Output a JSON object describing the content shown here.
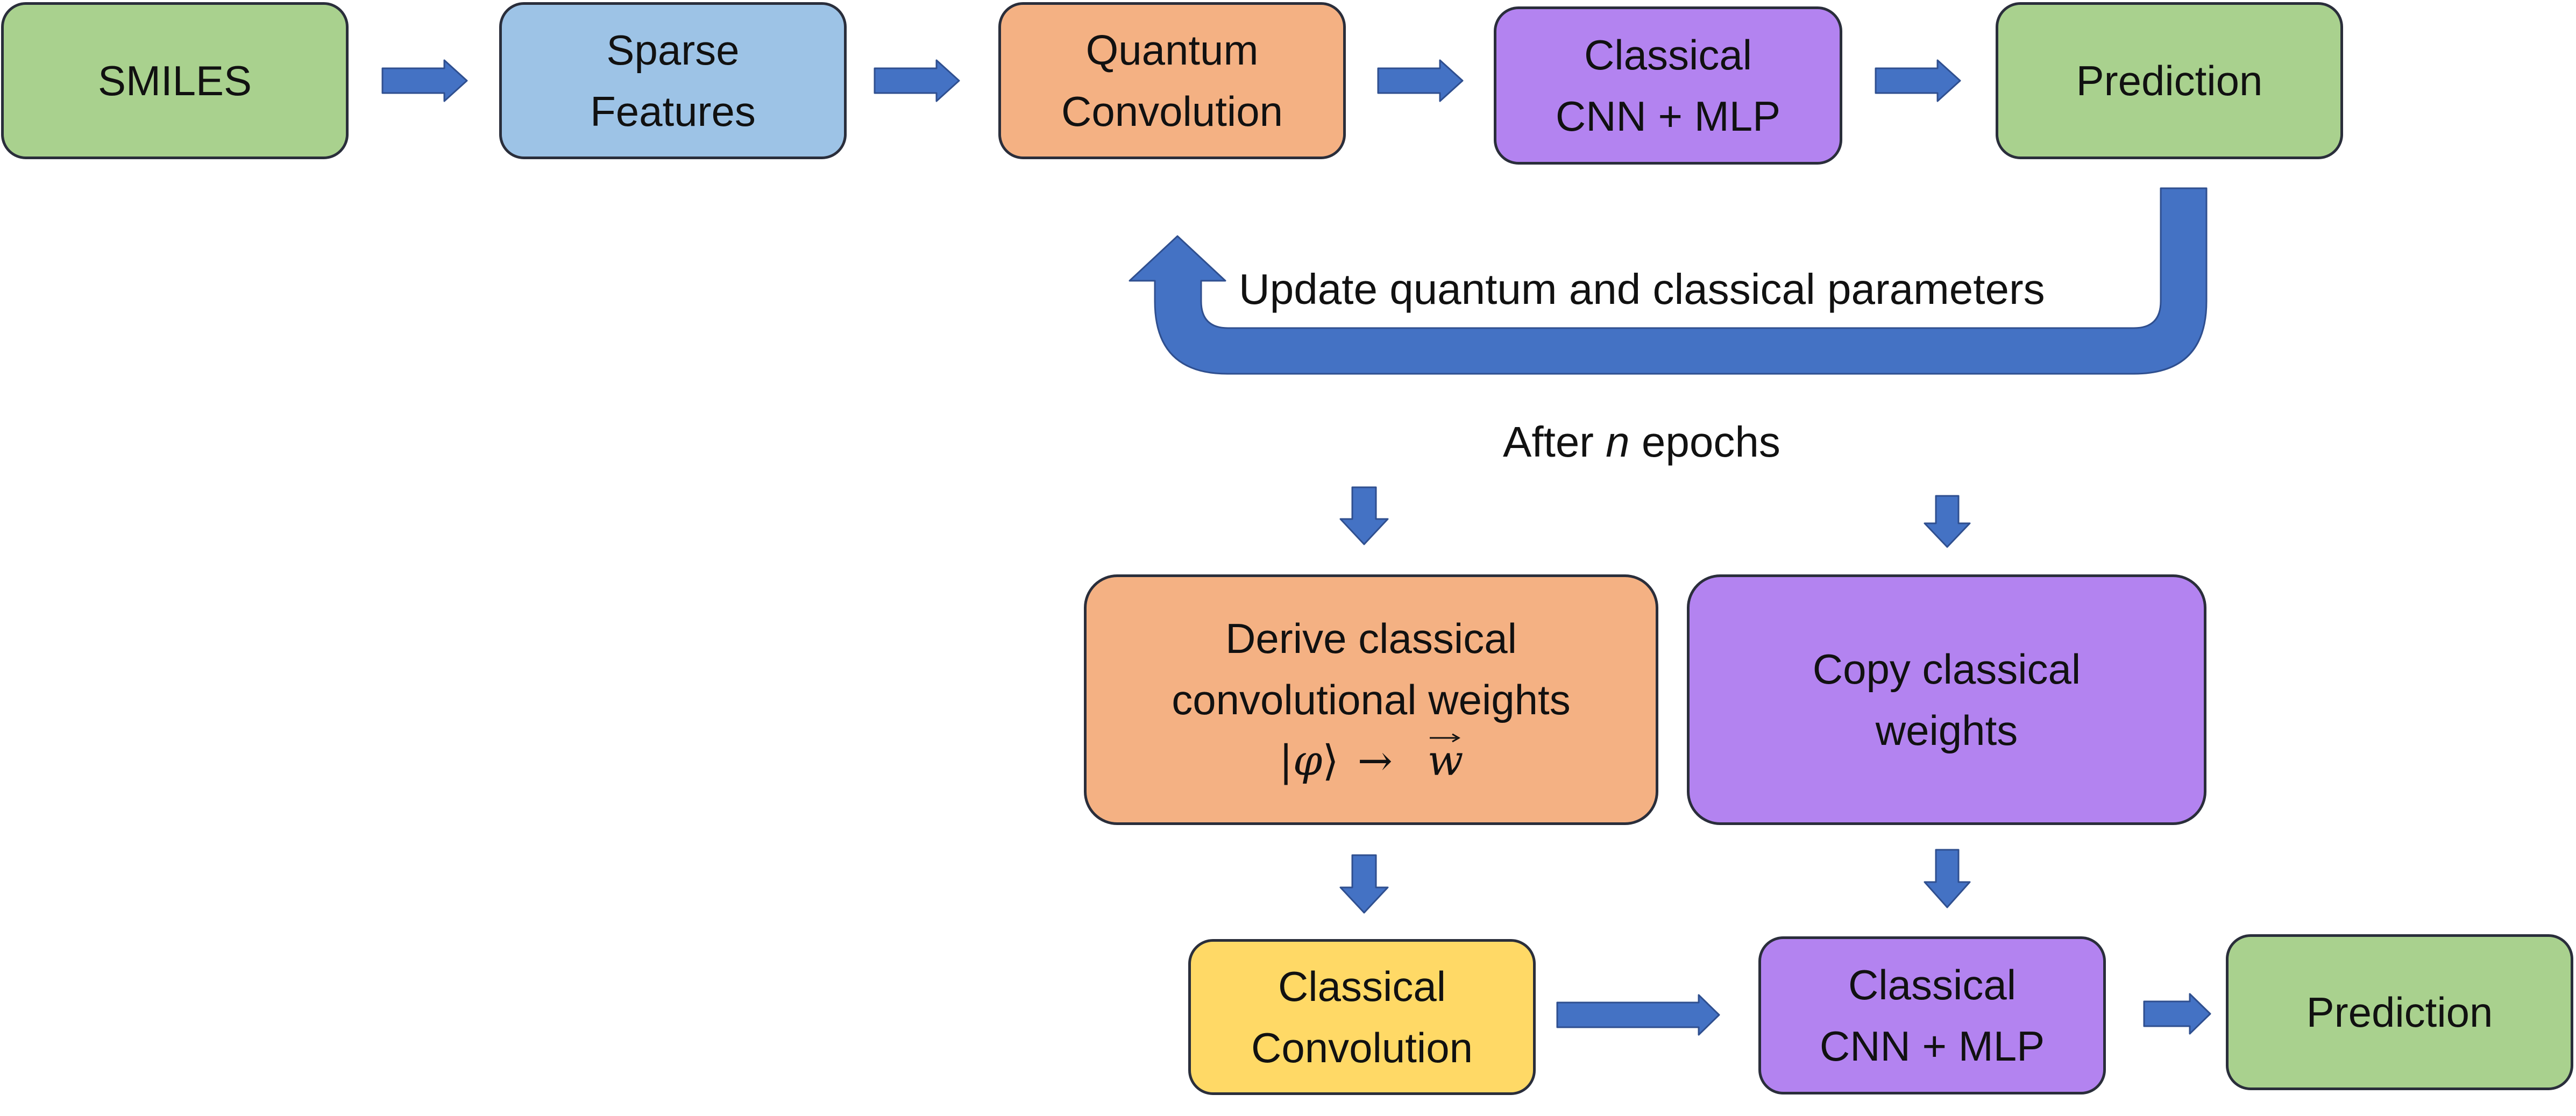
{
  "colors": {
    "green": "#a9d18e",
    "blue": "#9dc3e6",
    "orange": "#f4b183",
    "purple": "#b383f0",
    "yellow": "#ffd966",
    "arrow": "#4472c4",
    "border": "#2a2e3b"
  },
  "top_row": {
    "smiles": {
      "line1": "SMILES"
    },
    "sparse_features": {
      "line1": "Sparse",
      "line2": "Features"
    },
    "quantum_convolution": {
      "line1": "Quantum",
      "line2": "Convolution"
    },
    "classical_cnn_mlp": {
      "line1": "Classical",
      "line2": "CNN + MLP"
    },
    "prediction": {
      "line1": "Prediction"
    }
  },
  "feedback": {
    "label": "Update quantum and classical parameters"
  },
  "after_epochs": {
    "before": "After ",
    "variable": "n",
    "after": " epochs"
  },
  "derive_box": {
    "line1": "Derive classical",
    "line2": "convolutional weights",
    "math_ket_left": "|",
    "math_phi": "φ",
    "math_ket_right": "⟩",
    "math_arrow": "→",
    "math_w": "w"
  },
  "copy_box": {
    "line1": "Copy classical",
    "line2": "weights"
  },
  "bottom_row": {
    "classical_convolution": {
      "line1": "Classical",
      "line2": "Convolution"
    },
    "classical_cnn_mlp": {
      "line1": "Classical",
      "line2": "CNN + MLP"
    },
    "prediction": {
      "line1": "Prediction"
    }
  },
  "icons": {
    "right_arrow": "right-arrow-icon",
    "down_arrow": "down-arrow-icon",
    "feedback_arrow": "u-turn-arrow-icon"
  }
}
